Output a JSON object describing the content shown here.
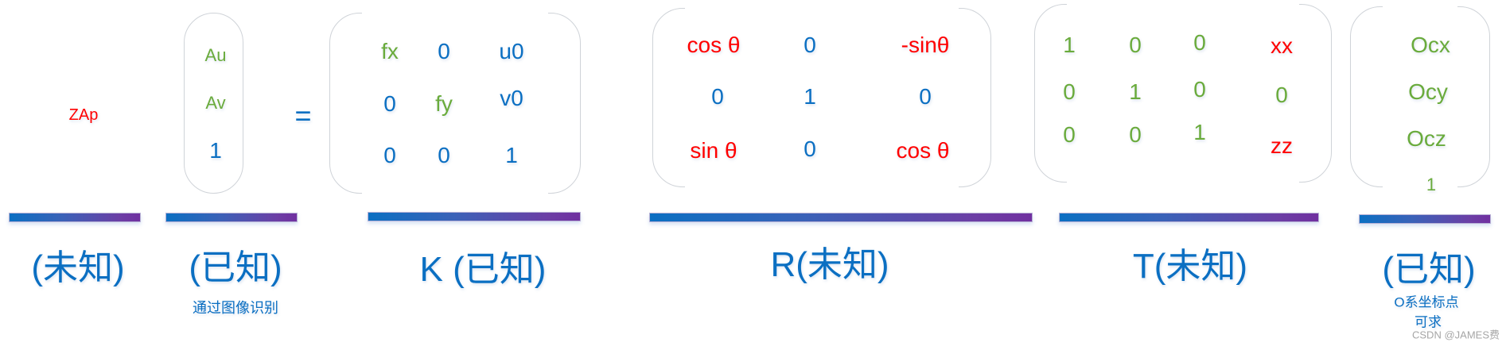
{
  "colors": {
    "blue": "#0b6fc2",
    "green": "#6aab3c",
    "red": "#ff0000",
    "bar_start": "#0b6fc2",
    "bar_end": "#7030a0",
    "bracket": "#cfd3d8"
  },
  "scale": {
    "text": "ZAp",
    "label": "(未知)"
  },
  "pixel_vector": {
    "items": [
      "Au",
      "Av",
      "1"
    ],
    "label": "(已知)",
    "note": "通过图像识别"
  },
  "equals": "=",
  "K": {
    "rows": [
      [
        "fx",
        "0",
        "u0"
      ],
      [
        "0",
        "fy",
        "v0"
      ],
      [
        "0",
        "0",
        "1"
      ]
    ],
    "label": "K  (已知)"
  },
  "R": {
    "rows": [
      [
        "cos θ",
        "0",
        "-sinθ"
      ],
      [
        "0",
        "1",
        "0"
      ],
      [
        "sin θ",
        "0",
        "cos θ"
      ]
    ],
    "label": "R(未知)"
  },
  "T": {
    "rows": [
      [
        "1",
        "0",
        "0",
        "xx"
      ],
      [
        "0",
        "1",
        "0",
        "0"
      ],
      [
        "0",
        "0",
        "1",
        "zz"
      ]
    ],
    "label": "T(未知)"
  },
  "O": {
    "items": [
      "Ocx",
      "Ocy",
      "Ocz",
      "1"
    ],
    "label": "(已知)",
    "note_line1": "O系坐标点",
    "note_line2": "可求"
  },
  "watermark": "CSDN @JAMES费"
}
